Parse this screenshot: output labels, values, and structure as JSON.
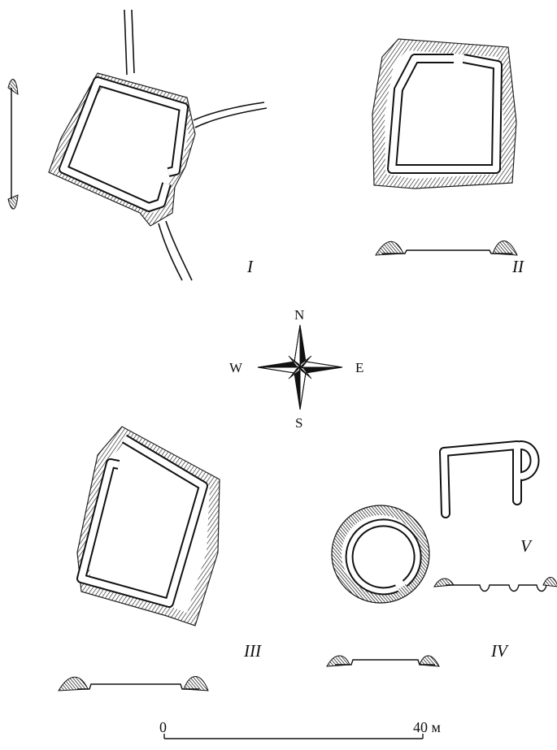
{
  "figures": [
    {
      "id": "I",
      "label": "I"
    },
    {
      "id": "II",
      "label": "II"
    },
    {
      "id": "III",
      "label": "III"
    },
    {
      "id": "IV",
      "label": "IV"
    },
    {
      "id": "V",
      "label": "V"
    }
  ],
  "compass": {
    "north": "N",
    "south": "S",
    "east": "E",
    "west": "W"
  },
  "scale": {
    "start_label": "0",
    "end_label": "40 м",
    "length_m": 40
  },
  "colors": {
    "ink": "#111111",
    "background": "#ffffff"
  }
}
